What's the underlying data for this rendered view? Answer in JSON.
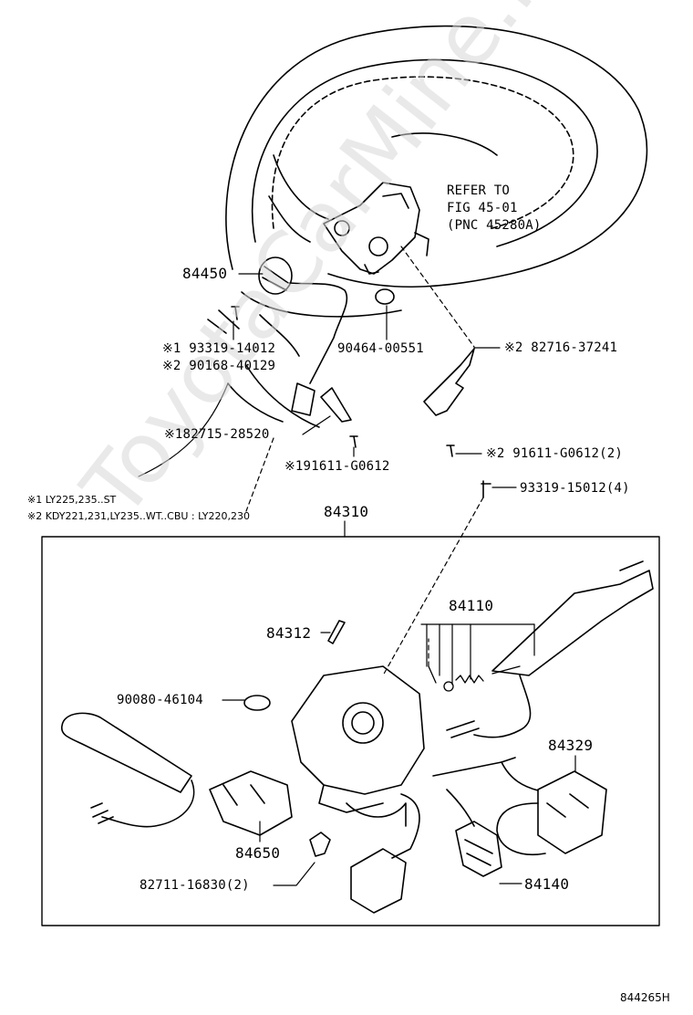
{
  "watermark": "ToyotaCarMine.ru",
  "figure_id": "844265H",
  "refer": {
    "line1": "REFER TO",
    "line2": "FIG 45-01",
    "line3": "(PNC 45280A)"
  },
  "notes": {
    "n1": "※1 LY225,235..ST",
    "n2": "※2 KDY221,231,LY235..WT..CBU : LY220,230"
  },
  "parts": {
    "p84450": "84450",
    "p93319_14012": "※1 93319-14012",
    "p90168_40129": "※2 90168-40129",
    "p90464_00551": "90464-00551",
    "p82716_37241": "※2 82716-37241",
    "p82715_28520": "※182715-28520",
    "p91611_G0612_a": "※191611-G0612",
    "p91611_G0612_b": "※2 91611-G0612(2)",
    "p93319_15012": "93319-15012(4)",
    "p84310": "84310",
    "p84110": "84110",
    "p84312": "84312",
    "p90080_46104": "90080-46104",
    "p84329": "84329",
    "p84650": "84650",
    "p82711_16830": "82711-16830(2)",
    "p84140": "84140"
  }
}
